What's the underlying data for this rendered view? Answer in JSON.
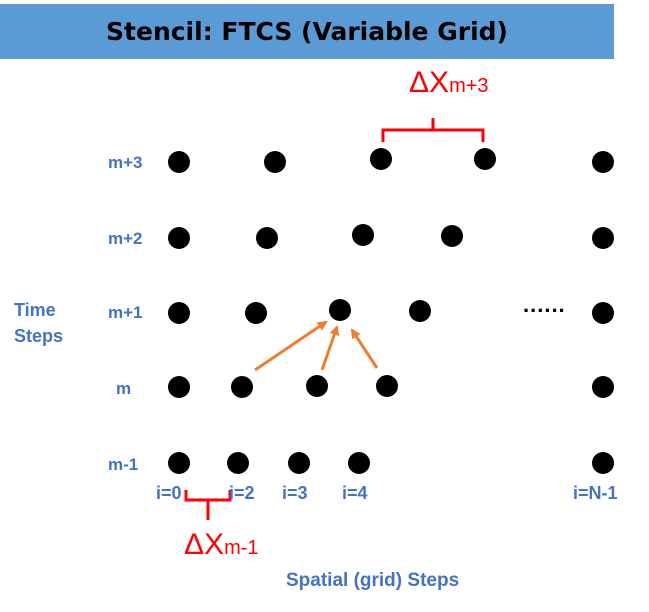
{
  "title": "Stencil: FTCS (Variable Grid)",
  "y_axis_label": [
    "Time",
    "Steps"
  ],
  "x_axis_label": "Spatial (grid)  Steps",
  "time_steps": [
    {
      "label": "m+3",
      "nodes": 5
    },
    {
      "label": "m+2",
      "nodes": 5
    },
    {
      "label": "m+1",
      "nodes": 5
    },
    {
      "label": "m",
      "nodes": 5
    },
    {
      "label": "m-1",
      "nodes": 5
    }
  ],
  "spatial_labels": [
    "i=0",
    "i=2",
    "i=3",
    "i=4",
    "i=N-1"
  ],
  "ellipsis": "......",
  "delta_top": {
    "symbol": "ΔX",
    "subscript": "m+3"
  },
  "delta_bottom": {
    "symbol": "ΔX",
    "subscript": "m-1"
  },
  "colors": {
    "title_bar": "#5b9bd5",
    "labels": "#4472c4",
    "node": "#000000",
    "arrow": "#ed7d31",
    "bracket": "#ff0000"
  }
}
